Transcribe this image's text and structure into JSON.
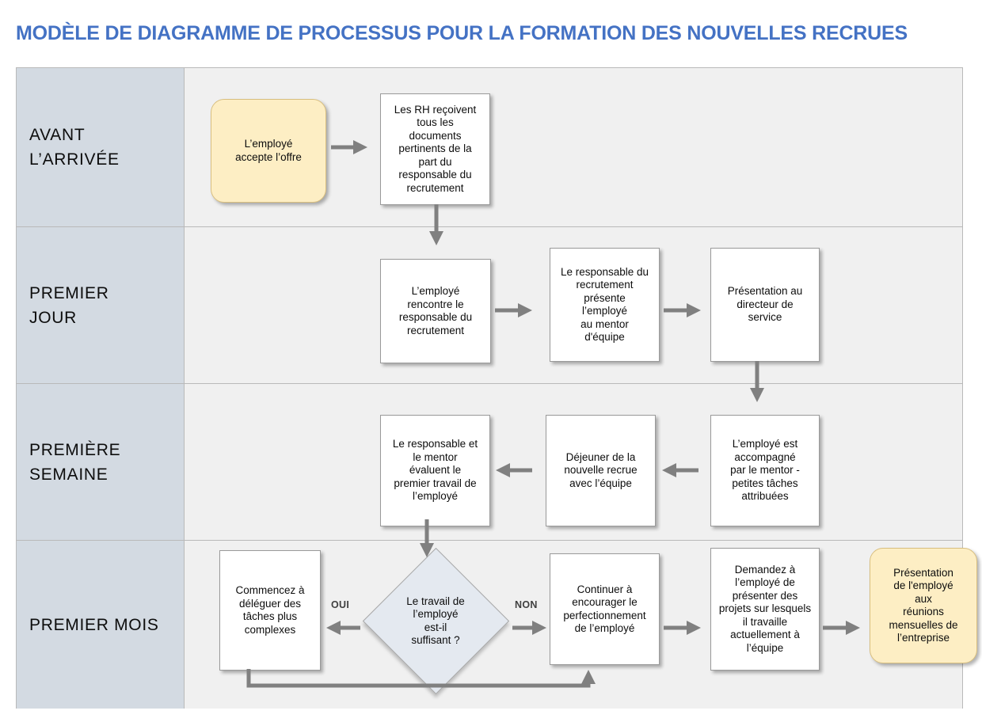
{
  "title": "MODÈLE DE DIAGRAMME DE PROCESSUS POUR LA FORMATION DES NOUVELLES RECRUES",
  "colors": {
    "title": "#4472C4",
    "lane_label_bg": "#d3dae2",
    "lane_body_bg": "#f0f0f0",
    "grid_line": "#b9b9b9",
    "process_fill": "#ffffff",
    "process_border": "#9a9a9a",
    "terminator_fill": "#fdeec4",
    "terminator_border": "#d9bf7f",
    "decision_fill": "#e4e9f0",
    "decision_border": "#a6a6a6",
    "connector": "#808080"
  },
  "lanes": [
    {
      "id": "avant-larrivee",
      "label": "AVANT\nL’ARRIVÉE",
      "nodes": [
        {
          "id": "employe-accepte-offre",
          "shape": "terminator",
          "text": "L’employé\naccepte l’offre"
        },
        {
          "id": "rh-recoivent-documents",
          "shape": "process",
          "text": "Les RH reçoivent\ntous les\ndocuments\npertinents de la\npart du\nresponsable du\nrecrutement"
        }
      ]
    },
    {
      "id": "premier-jour",
      "label": "PREMIER\nJOUR",
      "nodes": [
        {
          "id": "employe-rencontre-responsable",
          "shape": "process",
          "text": "L’employé\nrencontre le\nresponsable du\nrecrutement"
        },
        {
          "id": "responsable-presente-mentor",
          "shape": "process",
          "text": "Le responsable du\nrecrutement\nprésente\nl’employé\nau mentor\nd'équipe"
        },
        {
          "id": "presentation-directeur-service",
          "shape": "process",
          "text": "Présentation au\ndirecteur de\nservice"
        }
      ]
    },
    {
      "id": "premiere-semaine",
      "label": "PREMIÈRE\nSEMAINE",
      "nodes": [
        {
          "id": "responsable-mentor-evaluent",
          "shape": "process",
          "text": "Le responsable et\nle mentor\névaluent le\npremier travail de\nl’employé"
        },
        {
          "id": "dejeuner-nouvelle-recrue",
          "shape": "process",
          "text": "Déjeuner de la\nnouvelle recrue\navec l’équipe"
        },
        {
          "id": "employe-accompagne-mentor",
          "shape": "process",
          "text": "L’employé est\naccompagné\npar le mentor -\npetites tâches\nattribuées"
        }
      ]
    },
    {
      "id": "premier-mois",
      "label": "PREMIER MOIS",
      "nodes": [
        {
          "id": "commencez-deleguer-taches",
          "shape": "process",
          "text": "Commencez à\ndéléguer des\ntâches plus\ncomplexes"
        },
        {
          "id": "travail-suffisant-decision",
          "shape": "decision",
          "text": "Le travail de\nl’employé\nest-il\nsuffisant ?"
        },
        {
          "id": "continuer-encourager",
          "shape": "process",
          "text": "Continuer à\nencourager le\nperfectionnement\nde l’employé"
        },
        {
          "id": "demandez-presenter-projets",
          "shape": "process",
          "text": "Demandez à\nl’employé de\nprésenter des\nprojets sur lesquels\nil travaille\nactuellement à\nl’équipe"
        },
        {
          "id": "presentation-reunions-mensuelles",
          "shape": "terminator",
          "text": "Présentation\nde l'employé\naux\nréunions\nmensuelles de\nl’entreprise"
        }
      ]
    }
  ],
  "edge_labels": {
    "oui": "OUI",
    "non": "NON"
  }
}
